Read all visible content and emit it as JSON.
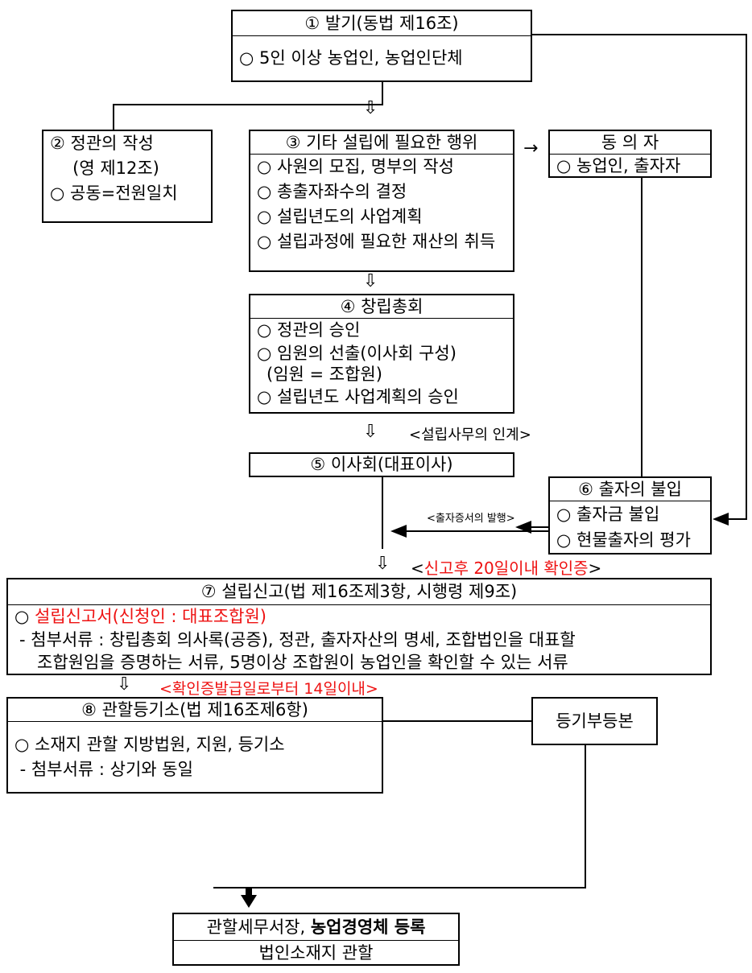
{
  "box1": {
    "title": "① 발기(동법 제16조)",
    "items": [
      "○  5인 이상 농업인, 농업인단체"
    ]
  },
  "box2": {
    "title1": "② 정관의 작성",
    "title2": "(영 제12조)",
    "items": [
      "○ 공동=전원일치"
    ]
  },
  "box3": {
    "title": "③ 기타 설립에 필요한 행위",
    "items": [
      "○ 사원의 모집, 명부의 작성",
      "○ 총출자좌수의 결정",
      "○ 설립년도의 사업계획",
      "○ 설립과정에 필요한 재산의 취득"
    ]
  },
  "consenter": {
    "title": "동 의 자",
    "items": [
      "○ 농업인, 출자자"
    ]
  },
  "box4": {
    "title": "④ 창립총회",
    "items": [
      "○ 정관의 승인",
      "○ 임원의 선출(이사회 구성)",
      "  (임원 = 조합원)",
      "○ 설립년도 사업계획의 승인"
    ]
  },
  "label_handover": "<설립사무의 인계>",
  "box5": {
    "title": "⑤ 이사회(대표이사)"
  },
  "box6": {
    "title": "⑥ 출자의 불입",
    "items": [
      "○ 출자금 불입",
      "○ 현물출자의 평가"
    ]
  },
  "label_certificate": "<출자증서의 발행>",
  "label_confirm": {
    "open": "<",
    "text": "신고후 20일이내 확인증",
    "close": ">"
  },
  "box7": {
    "title": "⑦ 설립신고(법 제16조제3항, 시행령 제9조)",
    "item1_prefix": "○ ",
    "item1": "설립신고서(신청인 : 대표조합원)",
    "item2": "- 첨부서류 : 창립총회 의사록(공증), 정관, 출자자산의 명세, 조합법인을 대표할",
    "item3": "조합원임을 증명하는 서류, 5명이상 조합원이 농업인을 확인할 수 있는 서류"
  },
  "label_issue": {
    "open": "<",
    "text": "확인증발급일로부터 14일이내",
    "close": ">"
  },
  "box8": {
    "title": "⑧ 관할등기소(법 제16조제6항)",
    "items": [
      "○  소재지 관할 지방법원, 지원, 등기소",
      " - 첨부서류 : 상기와 동일"
    ]
  },
  "registry": {
    "title": "등기부등본"
  },
  "final": {
    "line1_prefix": "관할세무서장, ",
    "line1_bold": "농업경영체 등록",
    "line2": "법인소재지 관할"
  },
  "flow_arrow_glyph": "⇩",
  "right_arrow_glyph": "→"
}
